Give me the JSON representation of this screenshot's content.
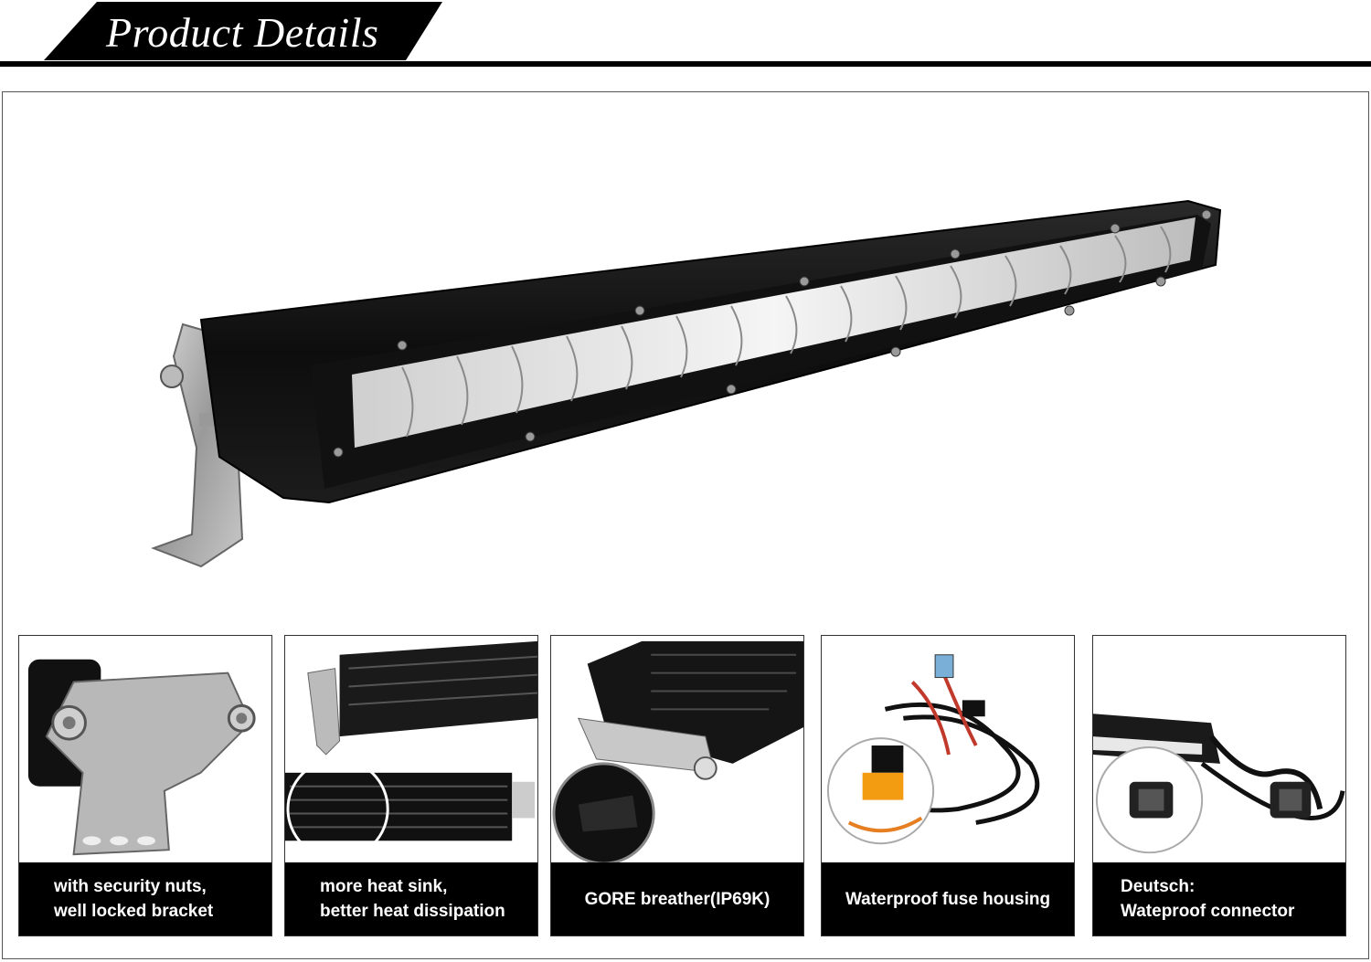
{
  "header": {
    "title": "Product Details"
  },
  "cards": [
    {
      "line1": "with security nuts,",
      "line2": "well locked bracket"
    },
    {
      "line1": "more heat sink,",
      "line2": "better heat dissipation"
    },
    {
      "line1": "GORE breather(IP69K)"
    },
    {
      "line1": "Waterproof fuse housing"
    },
    {
      "line1": "Deutsch:",
      "line2": "Wateproof connector"
    }
  ],
  "colors": {
    "banner": "#000000",
    "caption_bg": "#000000",
    "caption_text": "#ffffff",
    "led_glow": "#f2f2f2"
  }
}
